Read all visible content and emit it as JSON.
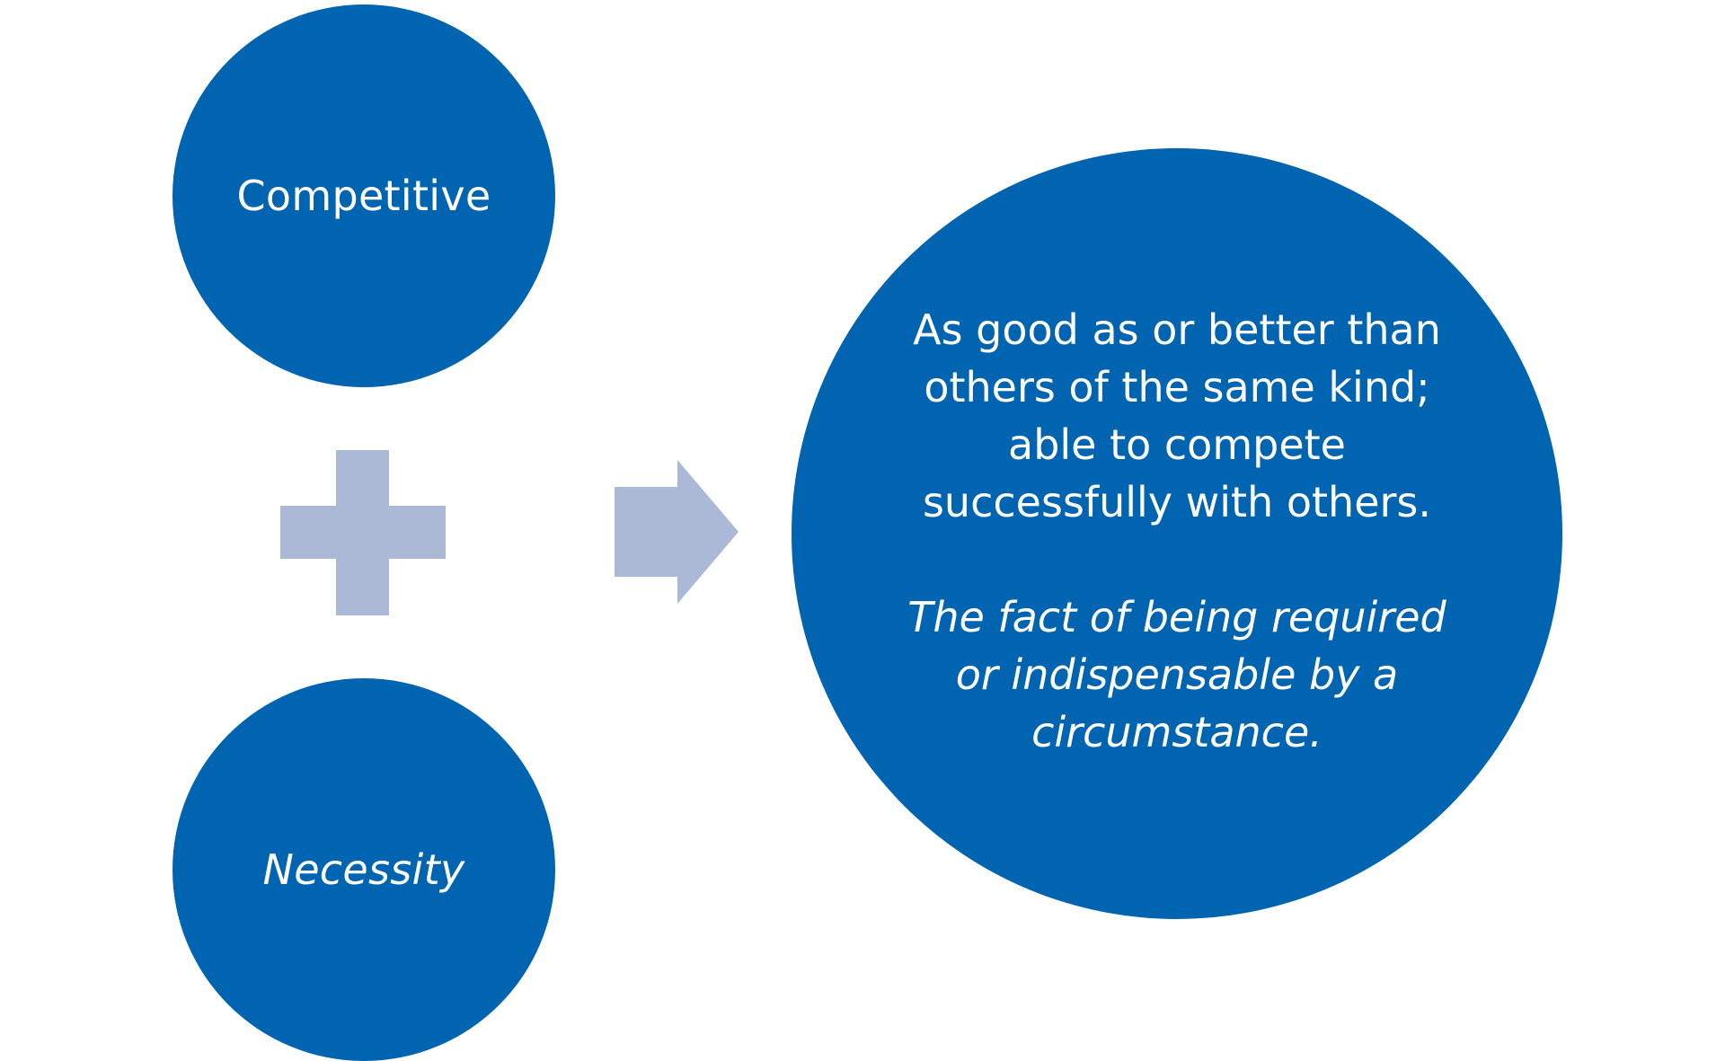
{
  "colors": {
    "circle_fill": "#0064b0",
    "connector_fill": "#abb8d6",
    "text": "#ffffff"
  },
  "diagram": {
    "term_1": "Competitive",
    "term_2": "Necessity",
    "definition_competitive": "As good as or better than others of the same kind; able to compete successfully with others.",
    "definition_necessity": "The fact of being required or indispensable by a circumstance.",
    "operator_icon": "plus-icon",
    "result_icon": "arrow-right-icon"
  }
}
